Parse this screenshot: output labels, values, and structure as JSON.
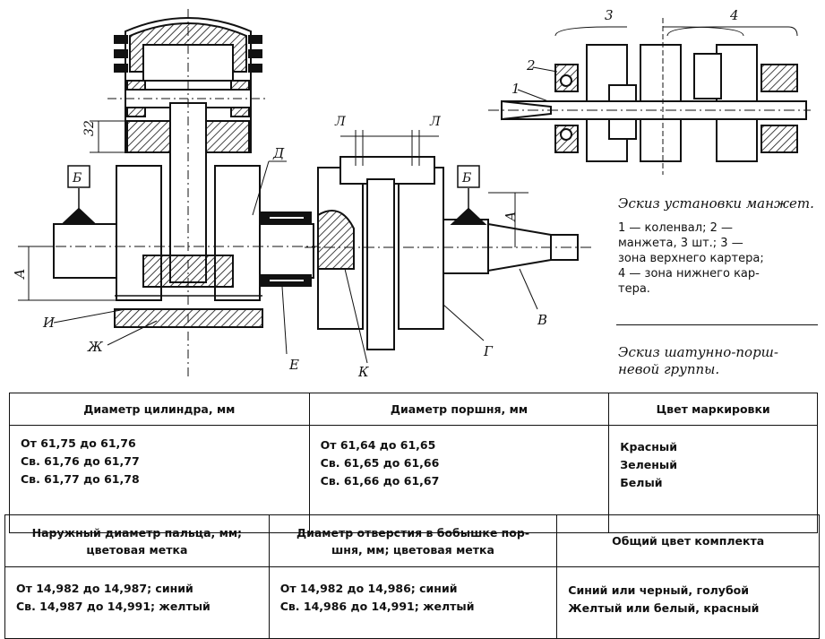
{
  "drawing": {
    "labels": {
      "dim_32": "32",
      "A_left": "А",
      "A_right": "А",
      "B_left": "Б",
      "B_right": "Б",
      "V": "В",
      "G": "Г",
      "D": "Д",
      "E": "Е",
      "ZH": "Ж",
      "I": "И",
      "K": "К",
      "L_left": "Л",
      "L_right": "Л",
      "num_1": "1",
      "num_2": "2",
      "num_3": "3",
      "num_4": "4"
    }
  },
  "captions": {
    "seal_title": "Эскиз установки манжет.",
    "seal_legend": [
      "1 — коленвал;     2 —",
      "манжета, 3 шт.; 3 —",
      "зона верхнего картера;",
      "4 — зона нижнего кар-",
      "тера."
    ],
    "rod_group_caption": [
      "Эскиз шатунно-порш-",
      "невой группы."
    ]
  },
  "table1": {
    "headers": [
      "Диаметр цилиндра, мм",
      "Диаметр поршня, мм",
      "Цвет маркировки"
    ],
    "rows": [
      [
        "От 61,75 до 61,76",
        "От 61,64 до 61,65",
        "Красный"
      ],
      [
        "Св. 61,76 до 61,77",
        "Св. 61,65 до 61,66",
        "Зеленый"
      ],
      [
        "Св. 61,77 до 61,78",
        "Св. 61,66 до 61,67",
        "Белый"
      ]
    ]
  },
  "table2": {
    "headers": [
      [
        "Наружный диаметр пальца, мм;",
        "цветовая метка"
      ],
      [
        "Диаметр отверстия в бобышке пор-",
        "шня, мм; цветовая метка"
      ],
      [
        "Общий цвет комплекта"
      ]
    ],
    "rows": [
      [
        "От 14,982 до 14,987; синий",
        "От 14,982 до 14,986; синий",
        "Синий или черный, голубой"
      ],
      [
        "Св. 14,987 до 14,991; желтый",
        "Св. 14,986 до 14,991; желтый",
        "Желтый или белый, красный"
      ]
    ]
  }
}
